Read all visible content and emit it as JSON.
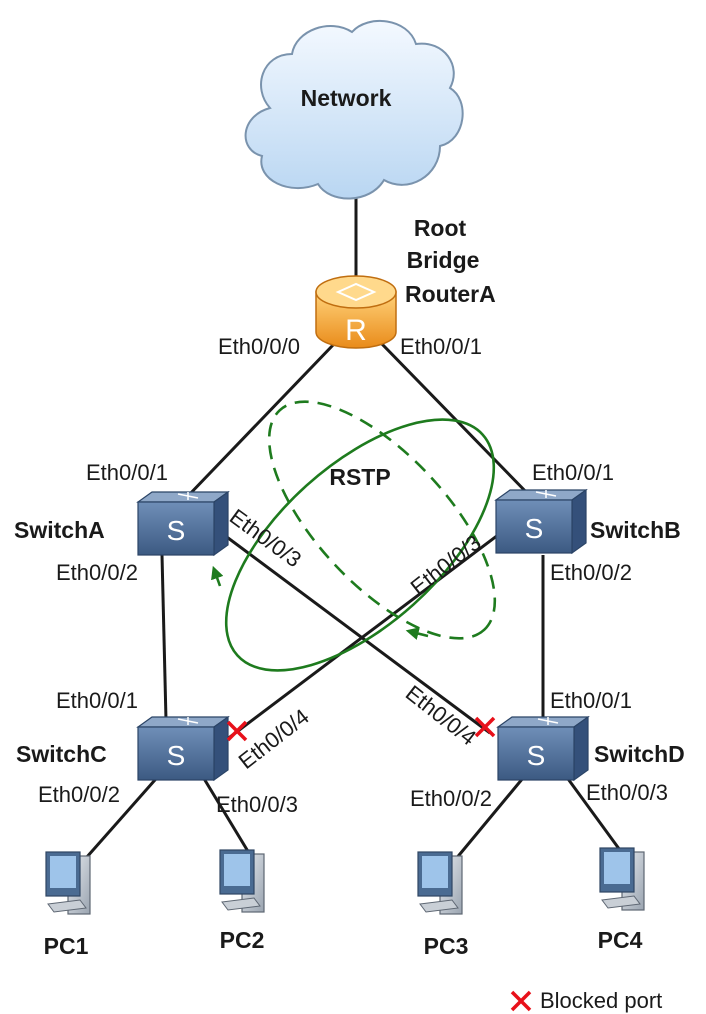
{
  "network": {
    "label": "Network"
  },
  "router": {
    "name": "RouterA",
    "role_line1": "Root",
    "role_line2": "Bridge",
    "icon_letter": "R",
    "port_left": "Eth0/0/0",
    "port_right": "Eth0/0/1"
  },
  "protocol": {
    "label": "RSTP"
  },
  "switches": {
    "a": {
      "name": "SwitchA",
      "port_up": "Eth0/0/1",
      "port_down": "Eth0/0/2",
      "port_cross": "Eth0/0/3"
    },
    "b": {
      "name": "SwitchB",
      "port_up": "Eth0/0/1",
      "port_down": "Eth0/0/2",
      "port_cross": "Eth0/0/3"
    },
    "c": {
      "name": "SwitchC",
      "port_up": "Eth0/0/1",
      "port_cross": "Eth0/0/4",
      "port_pc_left": "Eth0/0/2",
      "port_pc_right": "Eth0/0/3"
    },
    "d": {
      "name": "SwitchD",
      "port_up": "Eth0/0/1",
      "port_cross": "Eth0/0/4",
      "port_pc_left": "Eth0/0/2",
      "port_pc_right": "Eth0/0/3"
    }
  },
  "switch_icon_letter": "S",
  "pcs": [
    "PC1",
    "PC2",
    "PC3",
    "PC4"
  ],
  "legend": {
    "blocked_label": "Blocked port"
  },
  "colors": {
    "link": "#1a1a1a",
    "rstp_ring": "#1e7b1e",
    "blocked": "#e8101a",
    "switch_body": "#4e6f97",
    "router_body": "#f5a23a",
    "cloud_fill": "#cfe3f7"
  }
}
